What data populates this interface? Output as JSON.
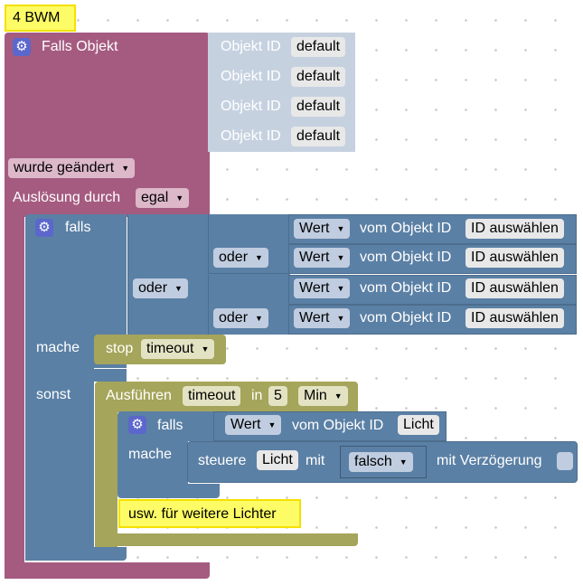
{
  "comment_top": "4 BWM",
  "trigger": {
    "title": "Falls Objekt",
    "object_label": "Objekt ID",
    "objects": [
      "default",
      "default",
      "default",
      "default"
    ],
    "change_mode": "wurde geändert",
    "trigger_label": "Auslösung durch",
    "trigger_value": "egal"
  },
  "if_block": {
    "label": "falls",
    "or_label": "oder",
    "value_label": "Wert",
    "of_object_label": "vom Objekt ID",
    "select_id": "ID auswählen",
    "then_label": "mache",
    "else_label": "sonst"
  },
  "stop_block": {
    "label": "stop",
    "value": "timeout"
  },
  "timeout_block": {
    "label": "Ausführen",
    "name": "timeout",
    "in_label": "in",
    "amount": "5",
    "unit": "Min"
  },
  "inner_if": {
    "label": "falls",
    "value_label": "Wert",
    "of_object_label": "vom Objekt ID",
    "object": "Licht",
    "then_label": "mache",
    "control_label": "steuere",
    "control_object": "Licht",
    "with_label": "mit",
    "control_value": "falsch",
    "delay_label": "mit Verzögerung"
  },
  "comment_bottom": "usw. für weitere Lichter",
  "colors": {
    "trigger": "#a55b80",
    "logic": "#5b80a5",
    "timeout": "#a5a55b",
    "comment": "#fdfc66"
  },
  "icons": {
    "gear": "gear-icon",
    "dropdown": "dropdown-arrow-icon"
  }
}
